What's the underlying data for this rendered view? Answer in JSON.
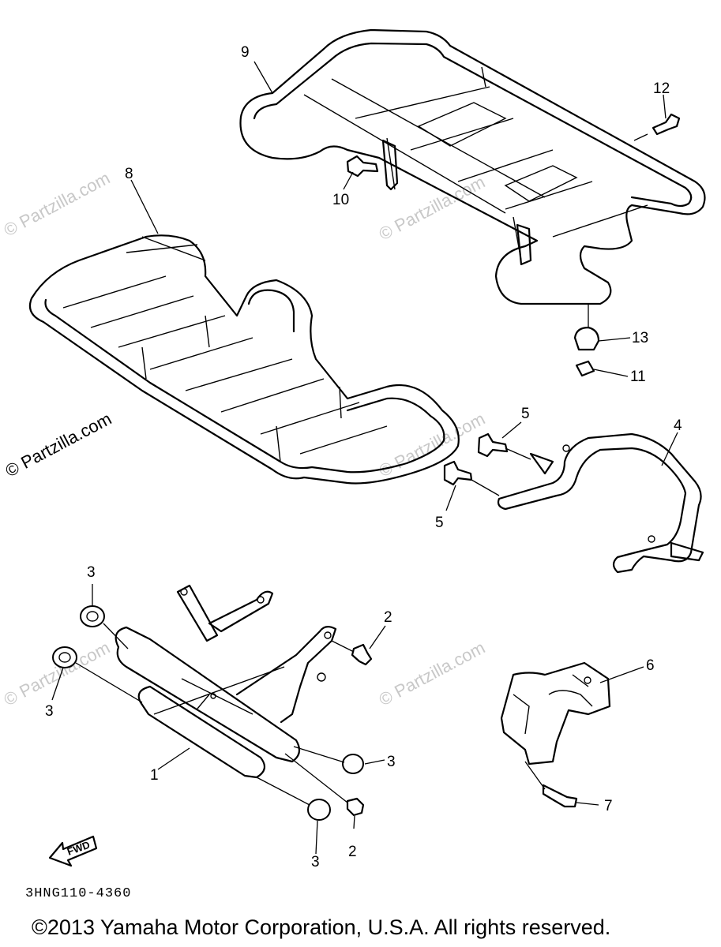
{
  "watermarks": {
    "main": "© Partzilla.com",
    "tile": "© Partzilla.com"
  },
  "callouts": {
    "n1": "1",
    "n2a": "2",
    "n2b": "2",
    "n3a": "3",
    "n3b": "3",
    "n3c": "3",
    "n3d": "3",
    "n4": "4",
    "n5a": "5",
    "n5b": "5",
    "n6": "6",
    "n7": "7",
    "n8": "8",
    "n9": "9",
    "n10": "10",
    "n11": "11",
    "n12": "12",
    "n13": "13"
  },
  "fwd_label": "FWD",
  "diagram_code": "3HNG110-4360",
  "copyright": "©2013 Yamaha Motor Corporation, U.S.A. All rights reserved."
}
